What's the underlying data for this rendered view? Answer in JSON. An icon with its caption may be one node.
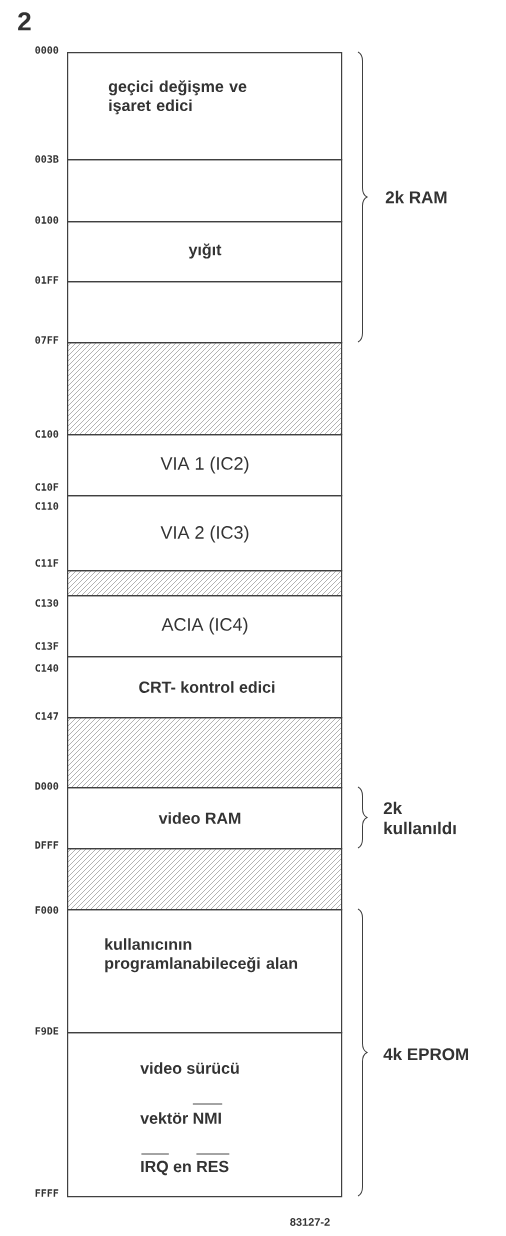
{
  "diagram": {
    "title": "2",
    "nodes": [
      {
        "text": [
          "geçici değişme ve işaret edici"
        ]
      },
      {
        "text": [],
        "shape": "box"
      },
      {
        "text": [
          "yığıt"
        ]
      },
      {
        "text": [],
        "shape": "box"
      },
      {
        "text": [],
        "shape": "box"
      },
      {
        "text": [
          "VIA 1 (IC2)"
        ]
      },
      {
        "text": [
          "VIA 2 (IC3)"
        ]
      },
      {
        "text": [],
        "shape": "box"
      },
      {
        "text": [
          "ACIA (IC4)"
        ]
      },
      {
        "text": [
          "CRT- kontrol edici"
        ]
      },
      {
        "text": [],
        "shape": "box"
      },
      {
        "text": [
          "video RAM"
        ]
      },
      {
        "text": [],
        "shape": "box"
      },
      {
        "text": [
          "kullanıcının programlanabileceği alan"
        ]
      },
      {
        "text": [
          "video sürücü",
          "vektör NMI",
          "IRQ en RES"
        ]
      }
    ],
    "labels": [
      "0000",
      "003B",
      "0100",
      "01FF",
      "07FF",
      "C100",
      "C10F",
      "C110",
      "C11F",
      "C130",
      "C13F",
      "C140",
      "C147",
      "D000",
      "DFFF",
      "F000",
      "F9DE",
      "FFFF",
      "2k RAM",
      "2k kullanıldı",
      "4k EPROM",
      "83127-2"
    ]
  }
}
